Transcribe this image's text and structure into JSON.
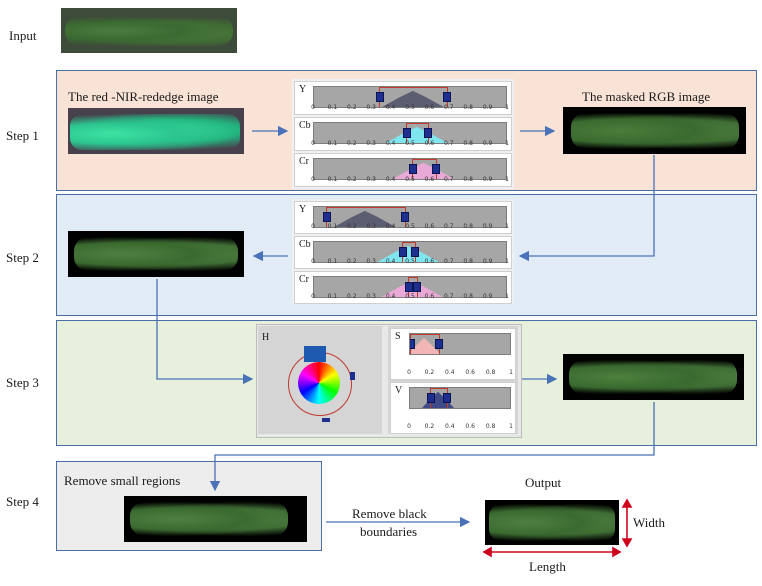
{
  "rows": {
    "input": "Input",
    "step1": "Step 1",
    "step2": "Step 2",
    "step3": "Step 3",
    "step4": "Step 4"
  },
  "step1": {
    "left_caption": "The red -NIR-rededge image",
    "right_caption": "The masked RGB image"
  },
  "step4": {
    "box_caption": "Remove small regions",
    "arrow_caption_line1": "Remove black",
    "arrow_caption_line2": "boundaries",
    "output_caption": "Output",
    "width_label": "Width",
    "length_label": "Length"
  },
  "histograms": {
    "ticks": [
      "0",
      "0.1",
      "0.2",
      "0.3",
      "0.4",
      "0.5",
      "0.6",
      "0.7",
      "0.8",
      "0.9",
      "1"
    ],
    "ticks_short": [
      "0",
      "0.2",
      "0.4",
      "0.6",
      "0.8",
      "1"
    ],
    "step1": [
      {
        "channel": "Y",
        "low": 0.34,
        "high": 0.69
      },
      {
        "channel": "Cb",
        "low": 0.48,
        "high": 0.59
      },
      {
        "channel": "Cr",
        "low": 0.51,
        "high": 0.63
      }
    ],
    "step2": [
      {
        "channel": "Y",
        "low": 0.06,
        "high": 0.47
      },
      {
        "channel": "Cb",
        "low": 0.46,
        "high": 0.52
      },
      {
        "channel": "Cr",
        "low": 0.49,
        "high": 0.53
      }
    ],
    "step3": [
      {
        "channel": "S",
        "low": 0.0,
        "high": 0.28
      },
      {
        "channel": "V",
        "low": 0.2,
        "high": 0.36
      }
    ],
    "hue_label": "H"
  },
  "colors": {
    "step1_bg": "#f9e3d6",
    "step2_bg": "#e2ecf7",
    "step3_bg": "#e6f0dc",
    "step4_bg": "#ededed",
    "arrow": "#4a72b8",
    "dimension": "#d0021b"
  }
}
